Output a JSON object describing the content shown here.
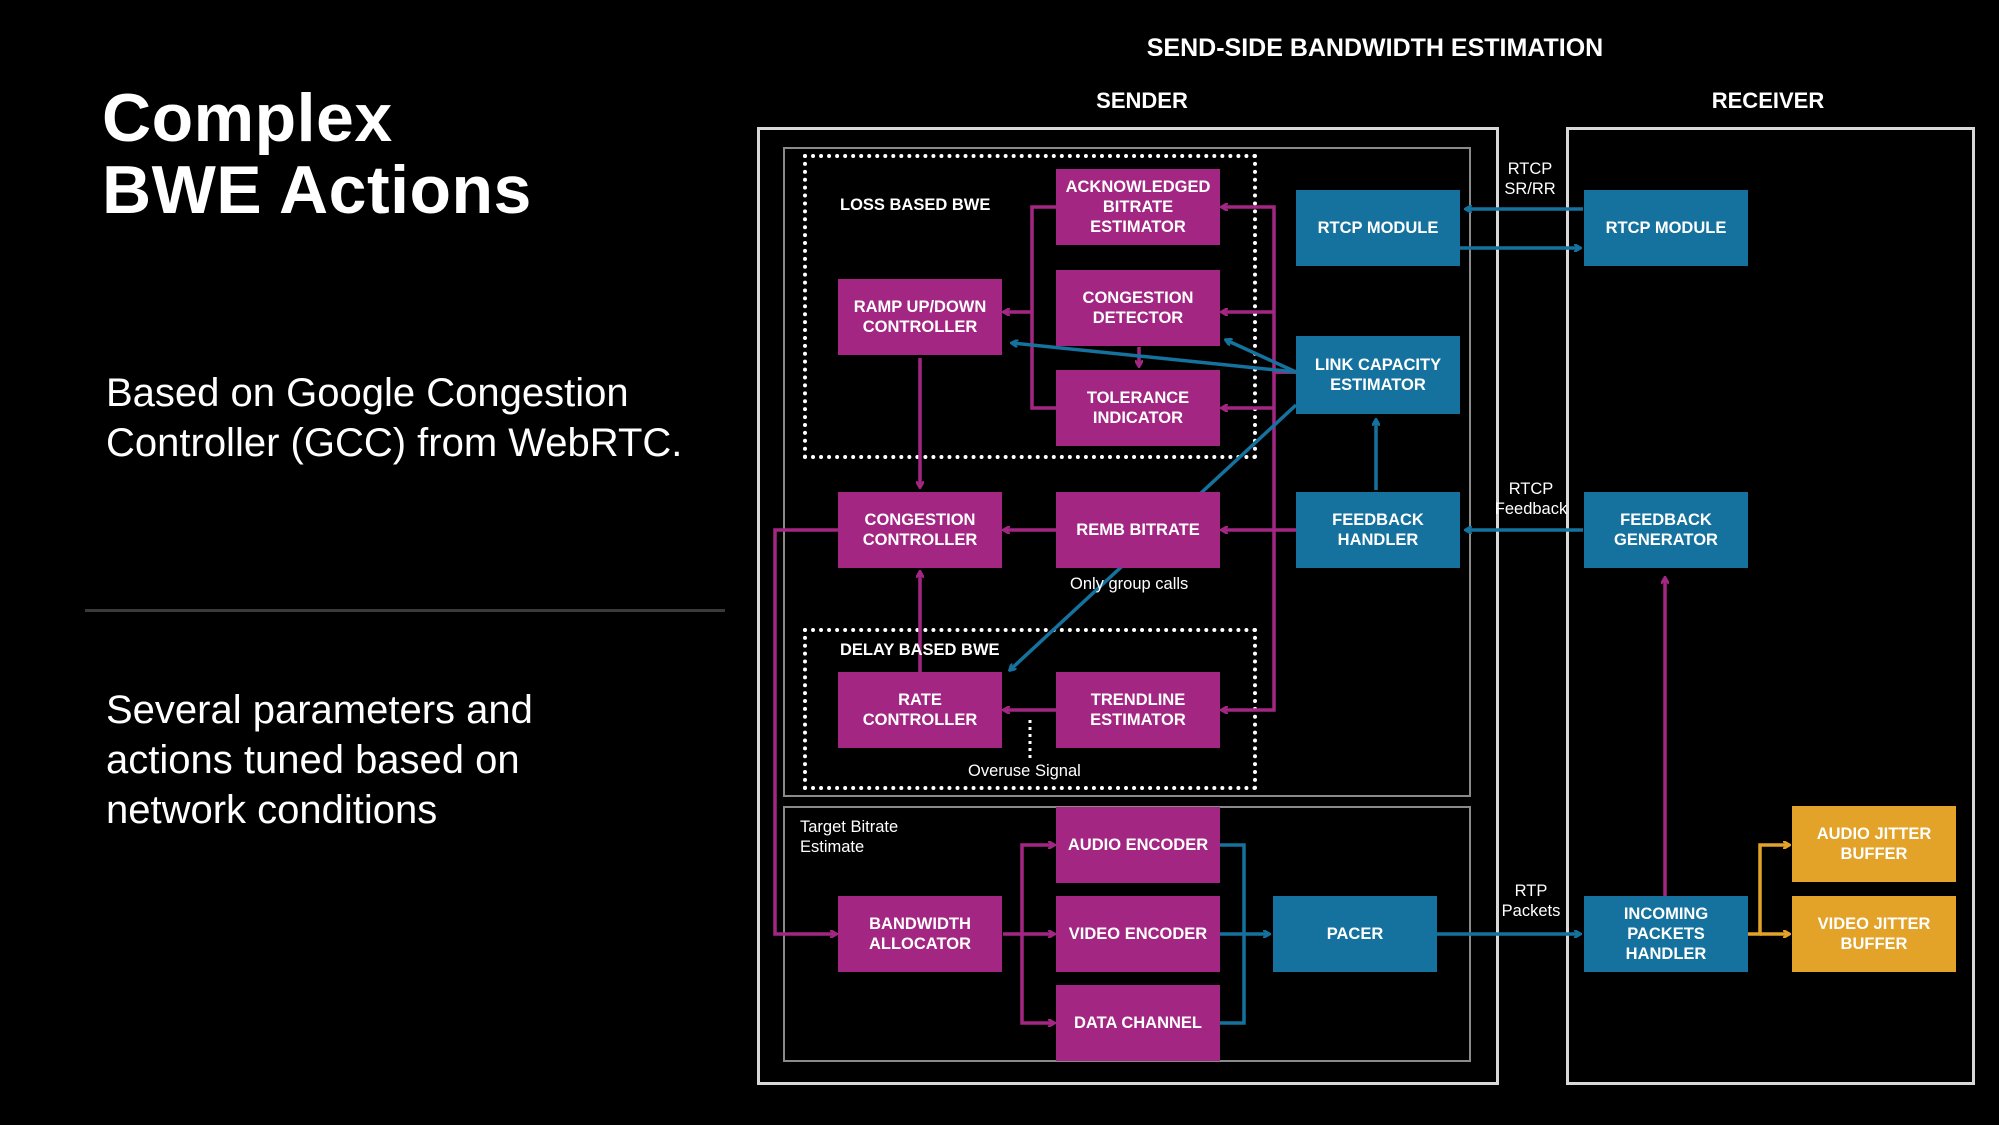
{
  "slide": {
    "title_line1": "Complex",
    "title_line2": "BWE Actions",
    "bullet1": "Based on Google Congestion Controller (GCC) from WebRTC.",
    "bullet2": "Several parameters and actions tuned based on network conditions"
  },
  "diagram": {
    "title": "SEND-SIDE BANDWIDTH ESTIMATION",
    "sender": "SENDER",
    "receiver": "RECEIVER",
    "loss_group": "LOSS BASED BWE",
    "delay_group": "DELAY BASED BWE",
    "boxes": {
      "ack_bitrate": "ACKNOWLEDGED BITRATE ESTIMATOR",
      "congestion_detector": "CONGESTION DETECTOR",
      "tolerance_indicator": "TOLERANCE INDICATOR",
      "ramp_controller": "RAMP UP/DOWN CONTROLLER",
      "congestion_controller": "CONGESTION CONTROLLER",
      "remb_bitrate": "REMB BITRATE",
      "rate_controller": "RATE CONTROLLER",
      "trendline_estimator": "TRENDLINE ESTIMATOR",
      "rtcp_module_sender": "RTCP MODULE",
      "link_capacity": "LINK CAPACITY ESTIMATOR",
      "feedback_handler": "FEEDBACK HANDLER",
      "rtcp_module_receiver": "RTCP MODULE",
      "feedback_generator": "FEEDBACK GENERATOR",
      "audio_encoder": "AUDIO ENCODER",
      "video_encoder": "VIDEO ENCODER",
      "data_channel": "DATA CHANNEL",
      "bandwidth_allocator": "BANDWIDTH ALLOCATOR",
      "pacer": "PACER",
      "incoming_packets": "INCOMING PACKETS HANDLER",
      "audio_jitter": "AUDIO JITTER BUFFER",
      "video_jitter": "VIDEO JITTER BUFFER"
    },
    "labels": {
      "only_group_calls": "Only group calls",
      "overuse_signal": "Overuse Signal",
      "target_bitrate": "Target Bitrate Estimate",
      "rtcp_srrr": "RTCP SR/RR",
      "rtcp_feedback": "RTCP Feedback",
      "rtp_packets": "RTP Packets"
    },
    "colors": {
      "magenta": "#a32782",
      "blue": "#15729e",
      "orange": "#e3a228"
    }
  }
}
